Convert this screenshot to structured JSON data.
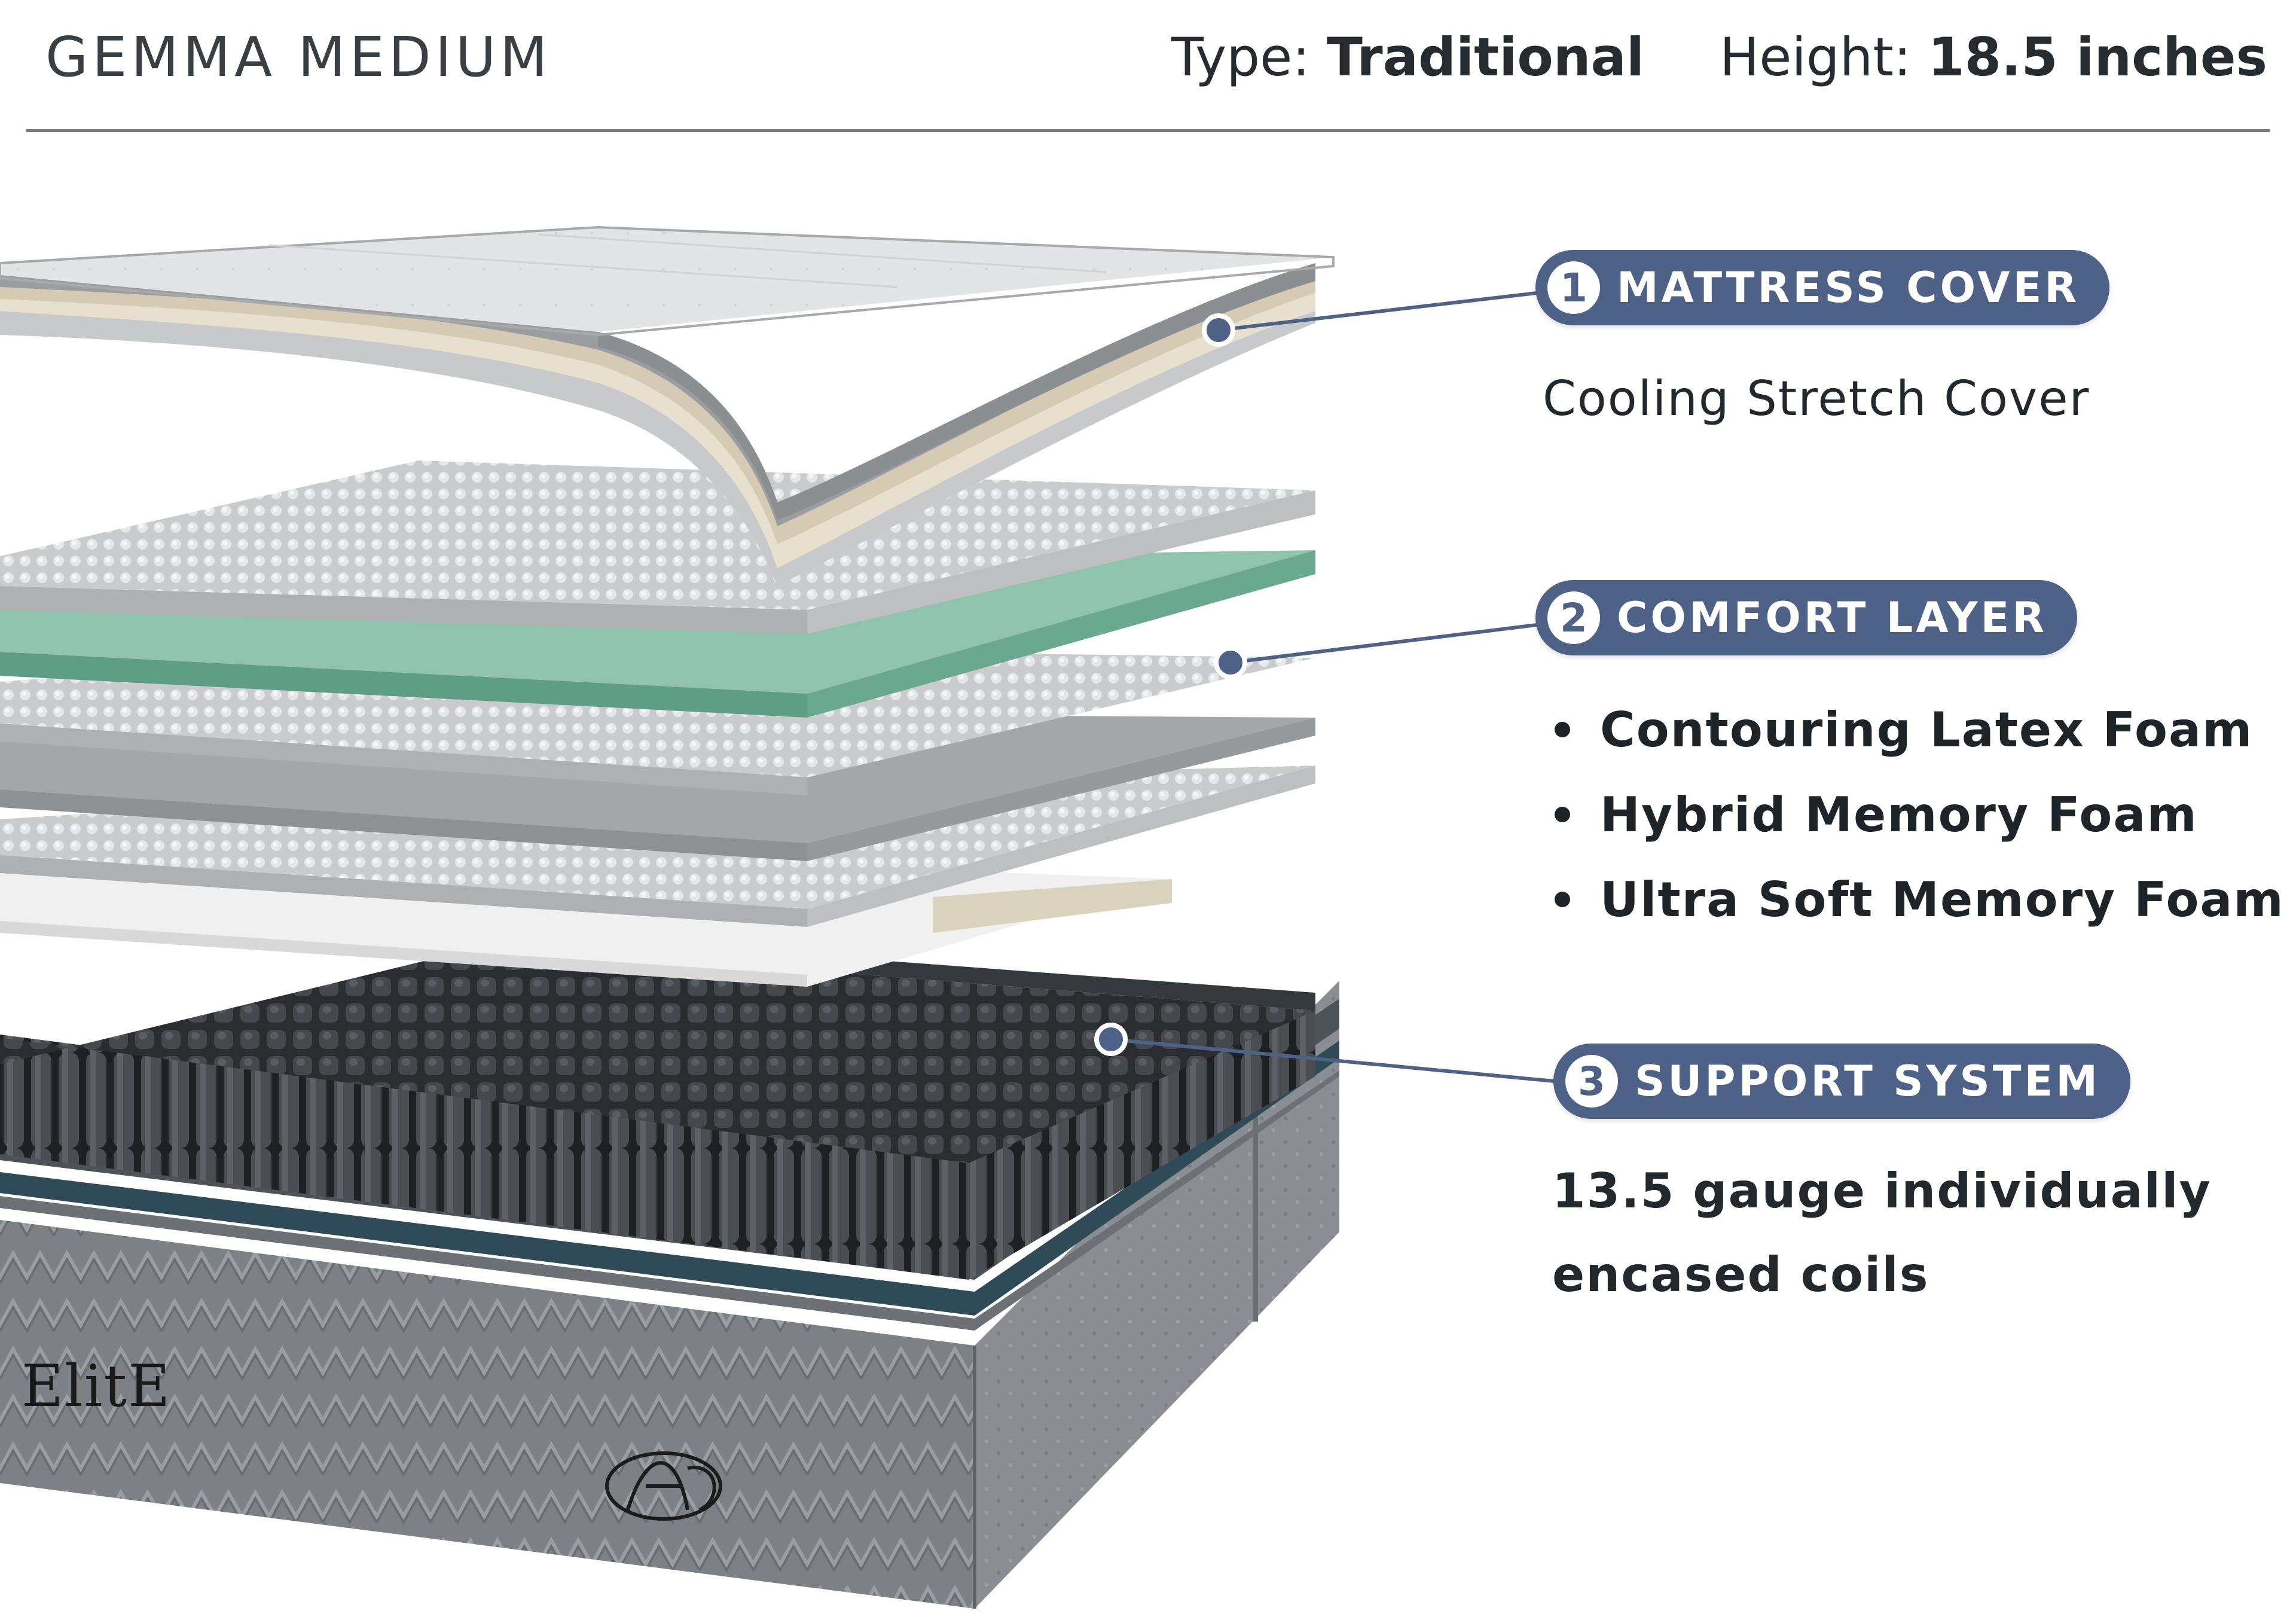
{
  "header": {
    "title": "GEMMA MEDIUM",
    "type_label": "Type:",
    "type_value": "Traditional",
    "height_label": "Height:",
    "height_value": "18.5 inches"
  },
  "callouts": [
    {
      "number": "1",
      "label": "MATTRESS COVER",
      "description": "Cooling Stretch Cover"
    },
    {
      "number": "2",
      "label": "COMFORT LAYER",
      "items": [
        "Contouring Latex Foam",
        "Hybrid Memory Foam",
        "Ultra Soft Memory Foam"
      ]
    },
    {
      "number": "3",
      "label": "SUPPORT SYSTEM",
      "description_line1": "13.5 gauge individually",
      "description_line2": "encased coils"
    }
  ],
  "product": {
    "brand_mark": "ElitE"
  },
  "colors": {
    "pill": "#4e6287",
    "latex_layer": "#8fc3ad",
    "coil_dark": "#3a3d42",
    "border_blue": "#2f4b58",
    "cover_gray": "#7d8085"
  }
}
